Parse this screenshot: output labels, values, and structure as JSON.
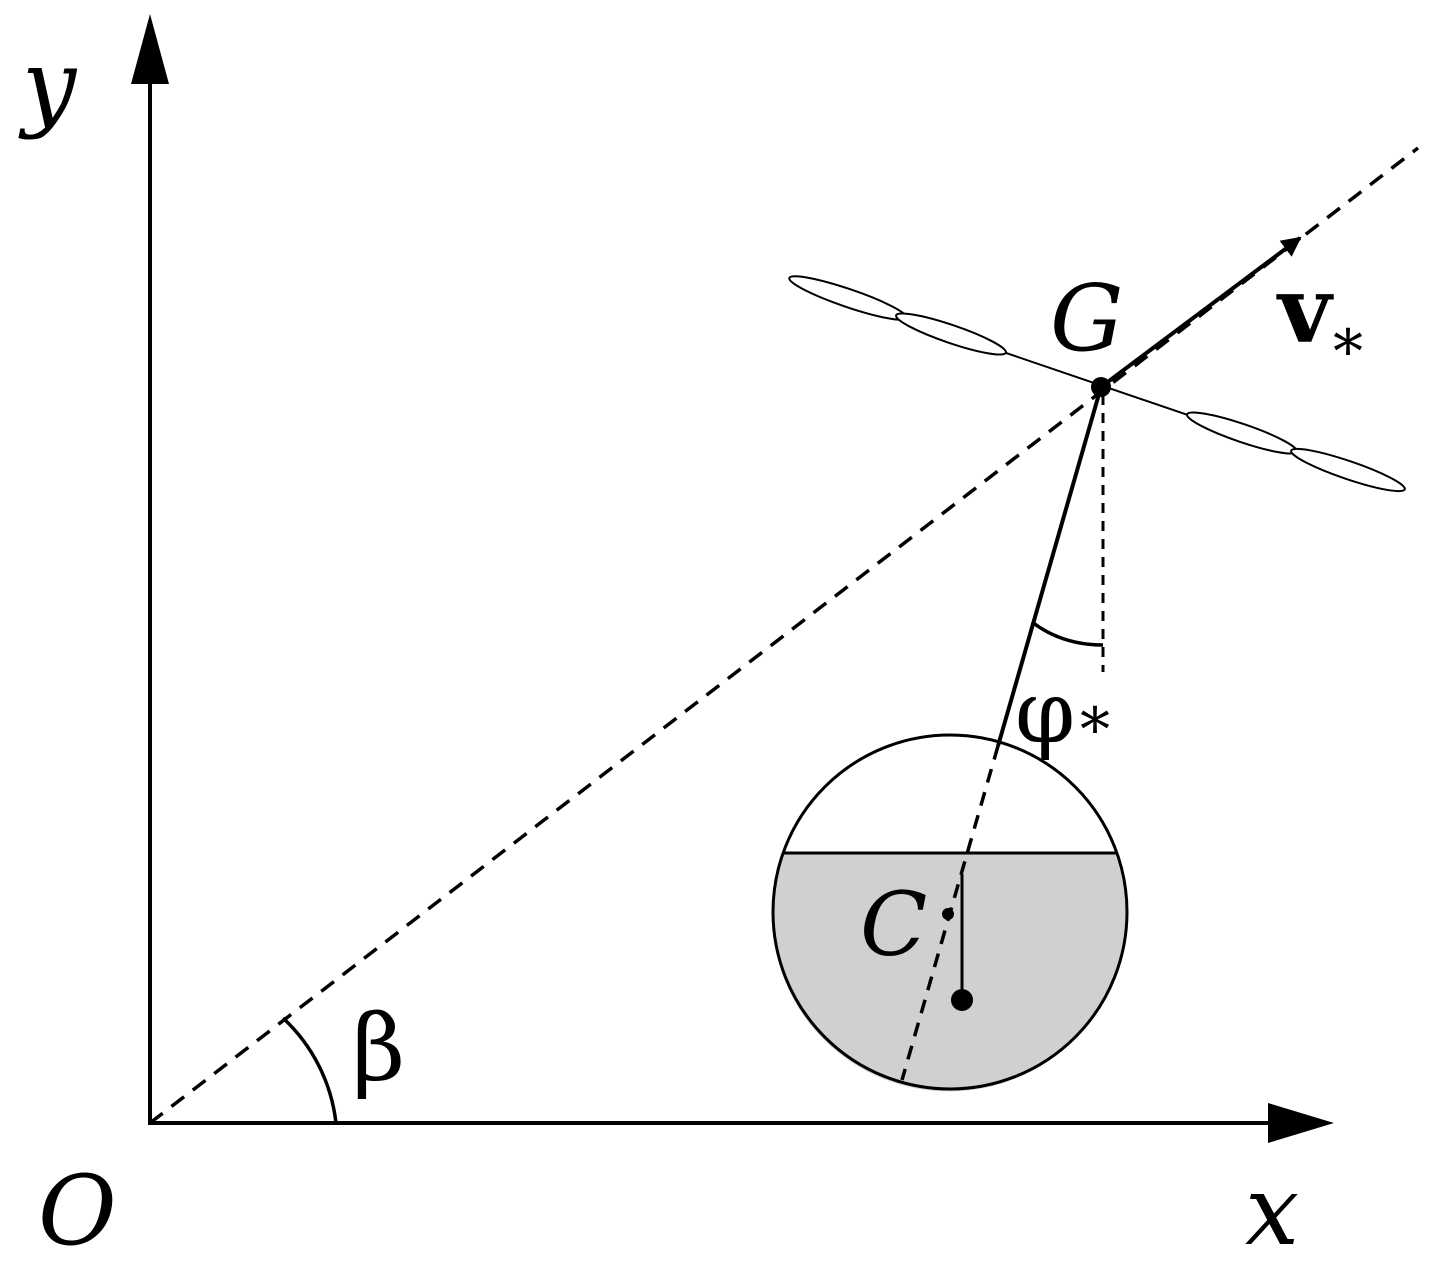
{
  "labels": {
    "y_axis": "y",
    "x_axis": "x",
    "origin": "O",
    "angle_beta": "β",
    "point_G": "G",
    "velocity": "v",
    "velocity_sub": "*",
    "angle_phi": "φ",
    "angle_phi_sub": "*",
    "point_C": "C"
  },
  "colors": {
    "stroke": "#000000",
    "liquid_fill": "#d0d0d0",
    "background": "#ffffff"
  }
}
